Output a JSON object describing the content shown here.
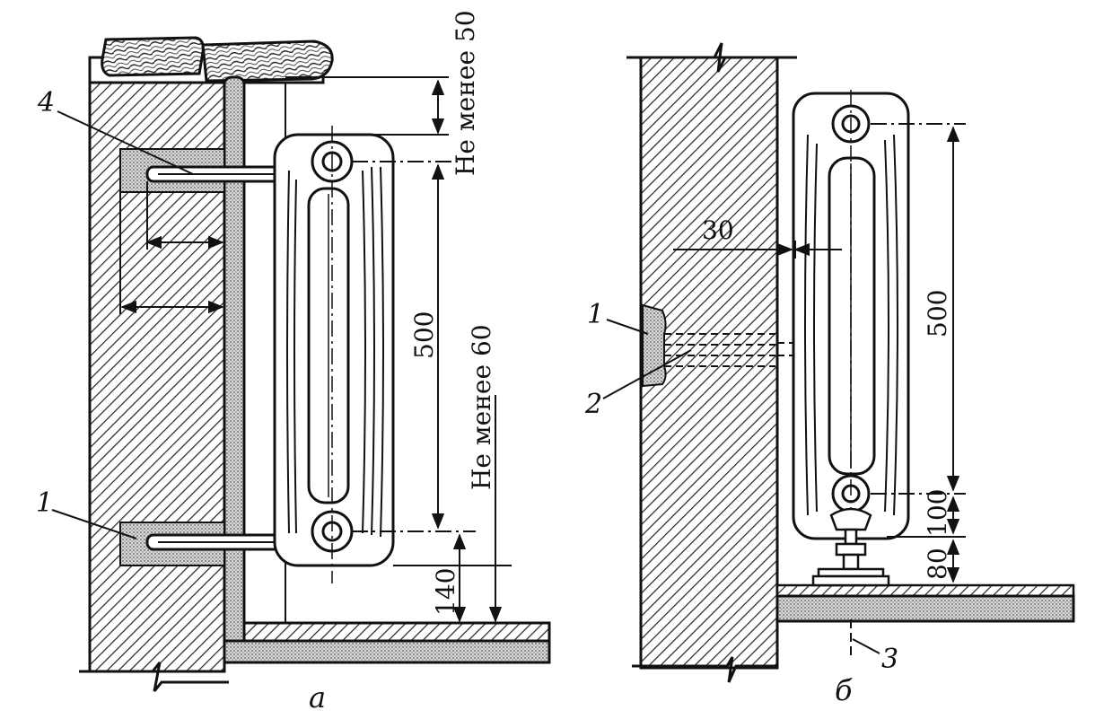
{
  "figure_a": {
    "caption": "а",
    "dims": {
      "clearance_top": "Не менее 50",
      "center_distance": "500",
      "clearance_floor": "Не менее 60",
      "floor_to_axis": "140"
    },
    "callouts": {
      "bracket": "4",
      "plug": "1"
    }
  },
  "figure_b": {
    "caption": "б",
    "dims": {
      "wall_gap": "30",
      "center_distance": "500",
      "lower_offset": "100",
      "floor_gap": "80"
    },
    "callouts": {
      "plug": "1",
      "bracket": "2",
      "stand": "3"
    }
  }
}
